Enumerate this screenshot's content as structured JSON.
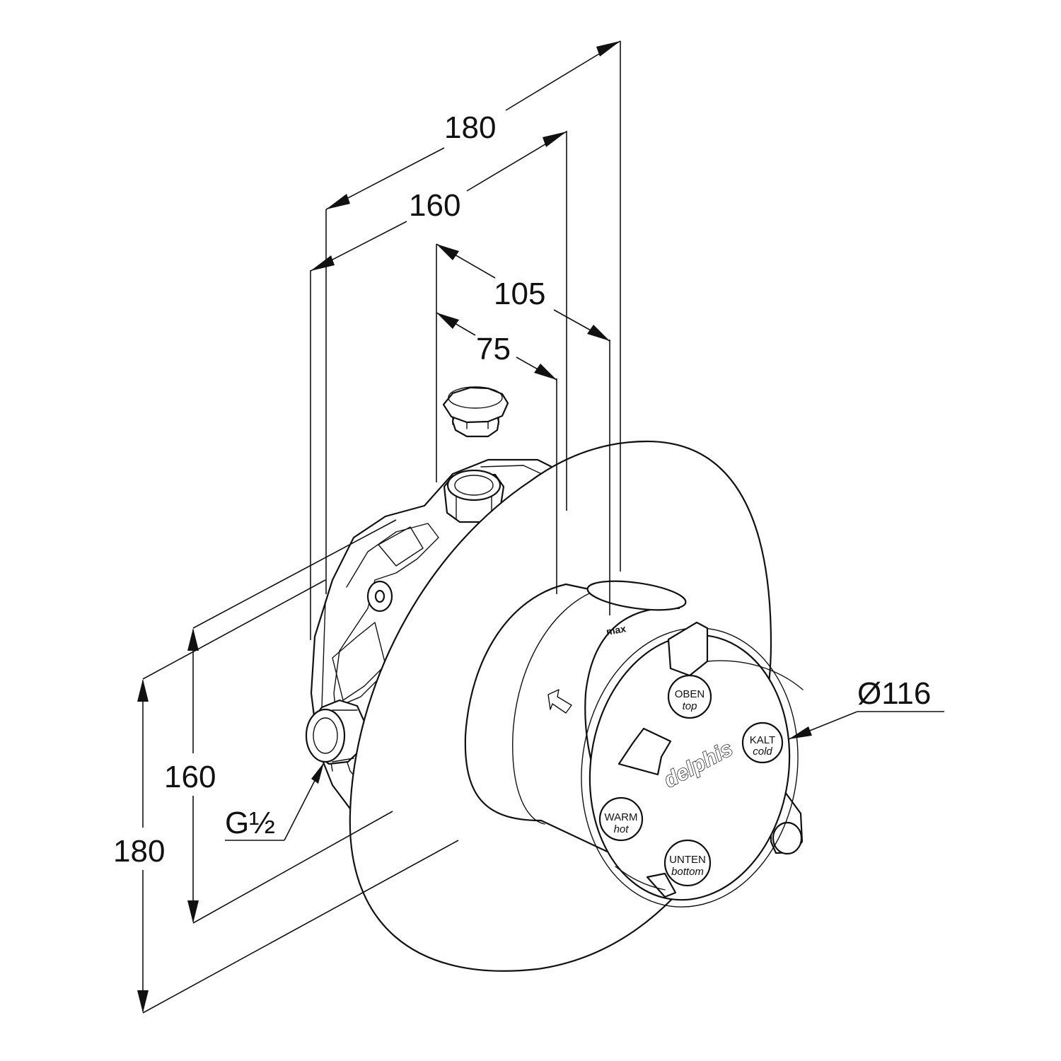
{
  "dimensions": {
    "depth_outer": "180",
    "depth_inner": "160",
    "depth_105": "105",
    "depth_75": "75",
    "height_inner": "160",
    "height_outer": "180",
    "diameter": "Ø116",
    "thread": "G½"
  },
  "labels": {
    "top_de": "OBEN",
    "top_en": "top",
    "cold_de": "KALT",
    "cold_en": "cold",
    "warm_de": "WARM",
    "warm_en": "hot",
    "bottom_de": "UNTEN",
    "bottom_en": "bottom",
    "brand": "delphis",
    "scale_mark": "max"
  }
}
